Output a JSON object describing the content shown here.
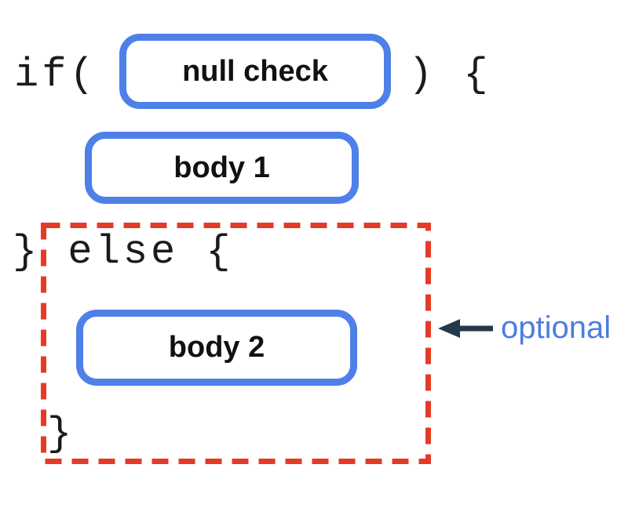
{
  "diagram": {
    "title_semantics": "if-else statement structure with optional else branch",
    "code": {
      "if_open": "if(",
      "if_close": ") {",
      "else_line": "} else {",
      "closing_brace": "}"
    },
    "boxes": {
      "condition_label": "null check",
      "body1_label": "body 1",
      "body2_label": "body 2"
    },
    "annotation": {
      "label": "optional",
      "arrow_direction": "left"
    },
    "colors": {
      "blue": "#4E80E8",
      "red": "#E43B26",
      "navy": "#26394A",
      "annot-blue": "#4D7CE3",
      "code-black": "#1B1B1B"
    }
  }
}
